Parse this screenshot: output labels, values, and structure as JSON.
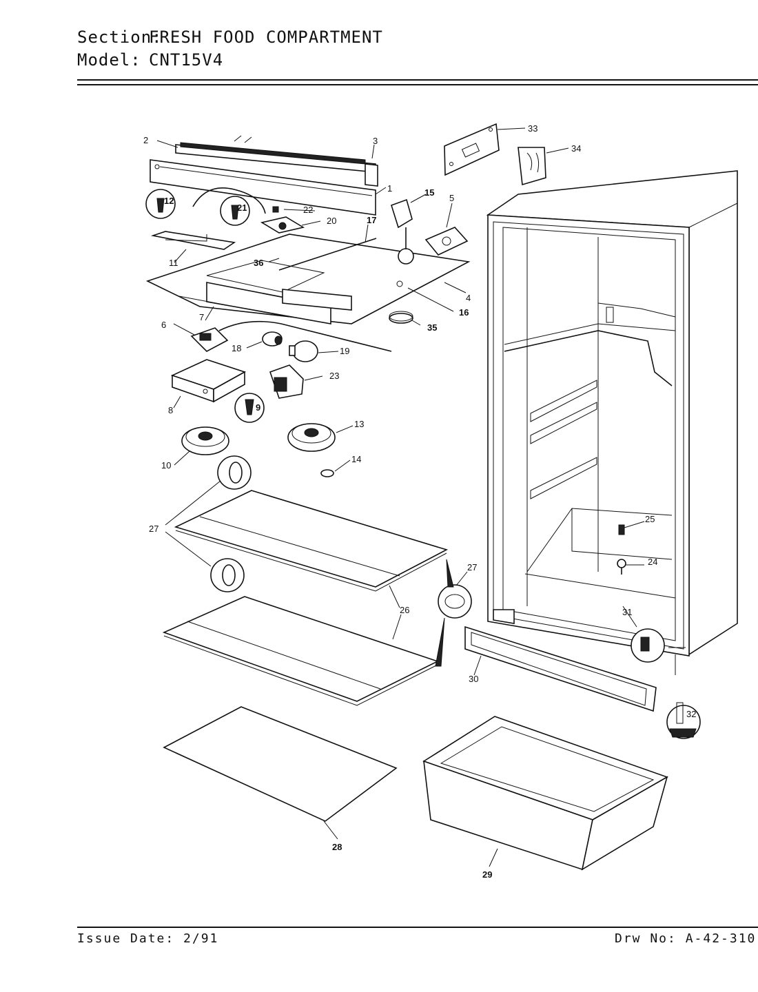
{
  "header": {
    "section_label": "Section:",
    "section_value": "FRESH FOOD COMPARTMENT",
    "model_label": "Model:",
    "model_value": "CNT15V4"
  },
  "footer": {
    "issue_date": "Issue Date: 2/91",
    "drawing_number": "Drw No: A-42-310"
  },
  "callouts": [
    "1",
    "2",
    "3",
    "4",
    "5",
    "6",
    "7",
    "7",
    "8",
    "9",
    "10",
    "11",
    "12",
    "13",
    "14",
    "15",
    "16",
    "17",
    "18",
    "19",
    "20",
    "21",
    "22",
    "23",
    "24",
    "25",
    "26",
    "26",
    "27",
    "27",
    "27",
    "28",
    "29",
    "30",
    "31",
    "32",
    "33",
    "34",
    "35",
    "36"
  ]
}
